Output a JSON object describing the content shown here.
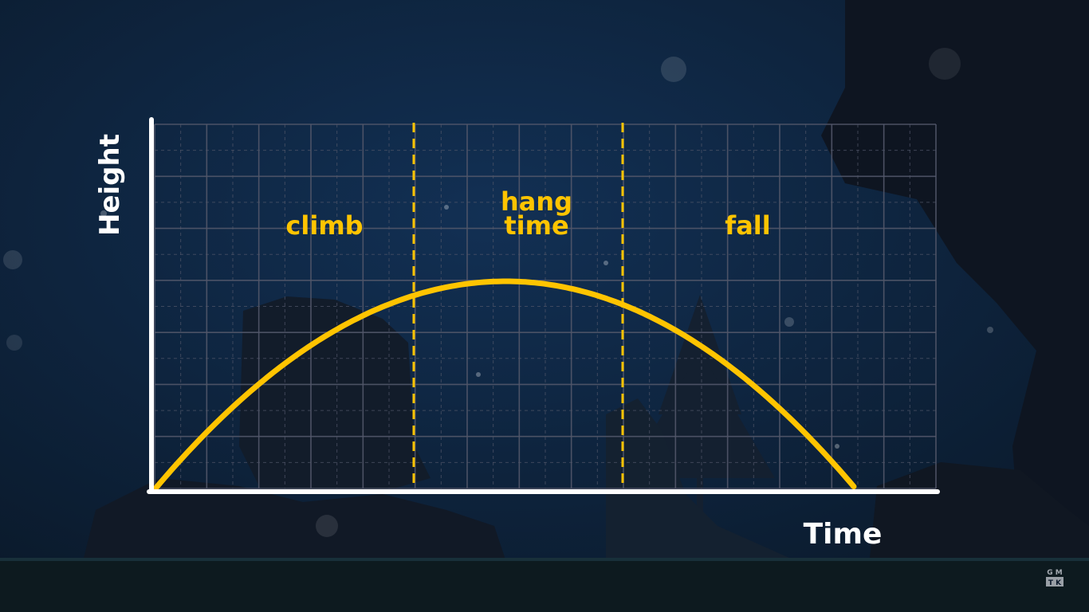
{
  "axes": {
    "y_label": "Height",
    "x_label": "Time"
  },
  "phases": [
    {
      "lines": [
        "climb"
      ]
    },
    {
      "lines": [
        "hang",
        "time"
      ]
    },
    {
      "lines": [
        "fall"
      ]
    }
  ],
  "watermark": {
    "line1": "G M",
    "line2": "T K"
  },
  "colors": {
    "accent": "#ffc400",
    "axis": "#ffffff",
    "grid": "#52576a",
    "background": "#0c1a2c"
  },
  "icons": [
    "gmtk-logo-icon"
  ]
}
